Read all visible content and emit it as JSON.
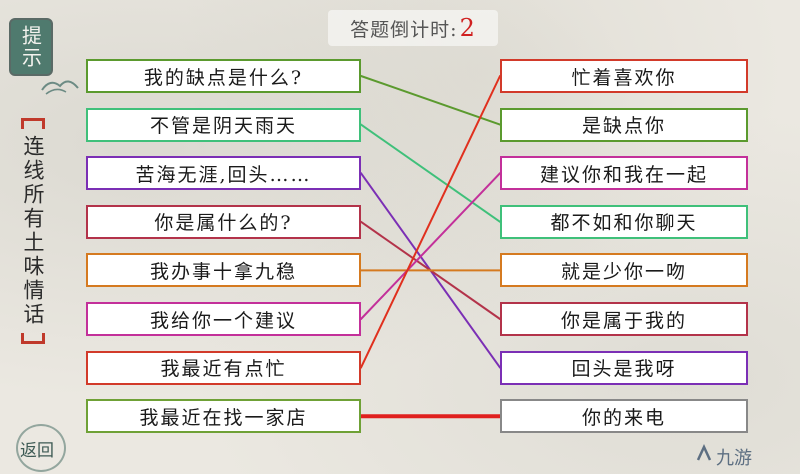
{
  "timer": {
    "label": "答题倒计时:",
    "value": "2"
  },
  "hint": {
    "label": "提示"
  },
  "instruction": {
    "text": "连线所有土味情话"
  },
  "back": {
    "label": "返回"
  },
  "left_items": [
    {
      "text": "我的缺点是什么?",
      "color": "#5b9a2e"
    },
    {
      "text": "不管是阴天雨天",
      "color": "#3fc07a"
    },
    {
      "text": "苦海无涯,回头……",
      "color": "#7b2fb5"
    },
    {
      "text": "你是属什么的?",
      "color": "#b3334a"
    },
    {
      "text": "我办事十拿九稳",
      "color": "#d57a20"
    },
    {
      "text": "我给你一个建议",
      "color": "#c3309a"
    },
    {
      "text": "我最近有点忙",
      "color": "#d23a2a"
    },
    {
      "text": "我最近在找一家店",
      "color": "#6fa136"
    }
  ],
  "right_items": [
    {
      "text": "忙着喜欢你",
      "color": "#d23a2a"
    },
    {
      "text": "是缺点你",
      "color": "#5b9a2e"
    },
    {
      "text": "建议你和我在一起",
      "color": "#c3309a"
    },
    {
      "text": "都不如和你聊天",
      "color": "#3fc07a"
    },
    {
      "text": "就是少你一吻",
      "color": "#d57a20"
    },
    {
      "text": "你是属于我的",
      "color": "#b3334a"
    },
    {
      "text": "回头是我呀",
      "color": "#7b2fb5"
    },
    {
      "text": "你的来电",
      "color": "#888888"
    }
  ],
  "connections": [
    {
      "from": 0,
      "to": 1,
      "color": "#5b9a2e"
    },
    {
      "from": 1,
      "to": 3,
      "color": "#3fc07a"
    },
    {
      "from": 2,
      "to": 6,
      "color": "#7b2fb5"
    },
    {
      "from": 3,
      "to": 5,
      "color": "#b3334a"
    },
    {
      "from": 4,
      "to": 4,
      "color": "#d57a20"
    },
    {
      "from": 5,
      "to": 2,
      "color": "#c3309a"
    },
    {
      "from": 6,
      "to": 0,
      "color": "#e0301e"
    },
    {
      "from": 7,
      "to": 7,
      "color": "#e0201e"
    }
  ],
  "watermark": {
    "text": "九游"
  }
}
